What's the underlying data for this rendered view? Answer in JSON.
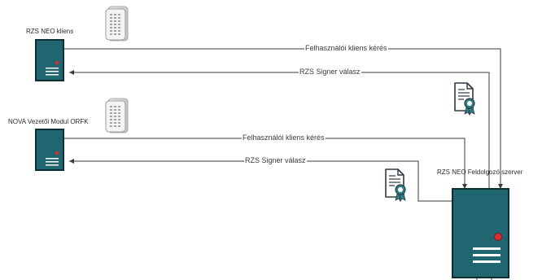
{
  "diagram": {
    "nodes": {
      "client1": {
        "label": "RZS NEO kliens",
        "icon": "server-tower-icon"
      },
      "client2": {
        "label": "NOVA Vezetői Modul ORFK",
        "icon": "server-tower-icon"
      },
      "server": {
        "label": "RZS NEO Feldolgozó szerver",
        "icon": "server-tower-icon"
      }
    },
    "edges": {
      "request1": {
        "label": "Felhasználói kliens kérés",
        "from": "client1",
        "to": "server"
      },
      "response1": {
        "label": "RZS Signer válasz",
        "from": "server",
        "to": "client1"
      },
      "request2": {
        "label": "Felhasználói kliens kérés",
        "from": "client2",
        "to": "server"
      },
      "response2": {
        "label": "RZS Signer válasz",
        "from": "server",
        "to": "client2"
      }
    },
    "icons": [
      "document-stack-icon",
      "document-stack-icon",
      "certificate-icon",
      "certificate-icon"
    ],
    "colors": {
      "server_fill": "#1f6670",
      "server_border": "#0d2f34",
      "status_light": "#e0282f",
      "connector": "#3a3a3a"
    }
  }
}
